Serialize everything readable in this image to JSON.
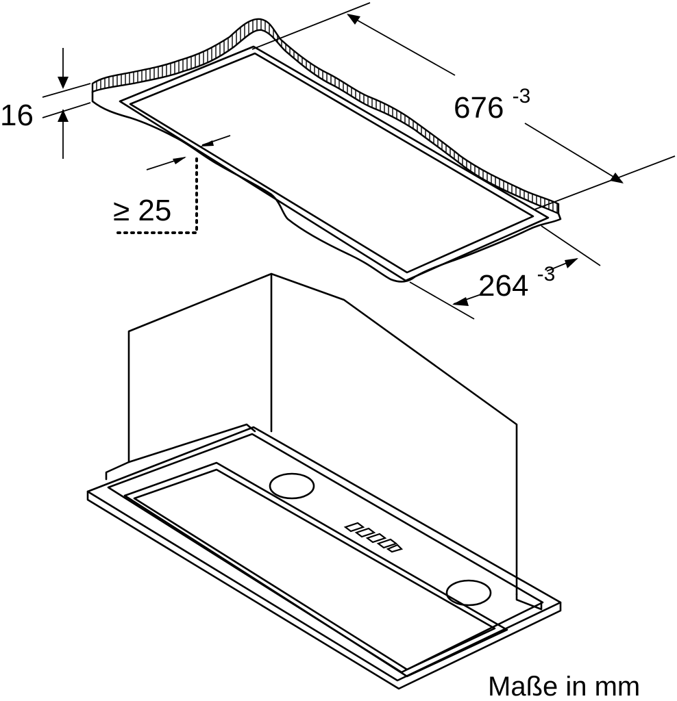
{
  "dimensions": {
    "thickness": "16",
    "clearance": "≥ 25",
    "length_value": "676",
    "length_tolerance": "-3",
    "width_value": "264",
    "width_tolerance": "-3"
  },
  "footer": {
    "unit_note": "Maße in mm"
  },
  "colors": {
    "ink": "#000000",
    "background": "#ffffff"
  }
}
